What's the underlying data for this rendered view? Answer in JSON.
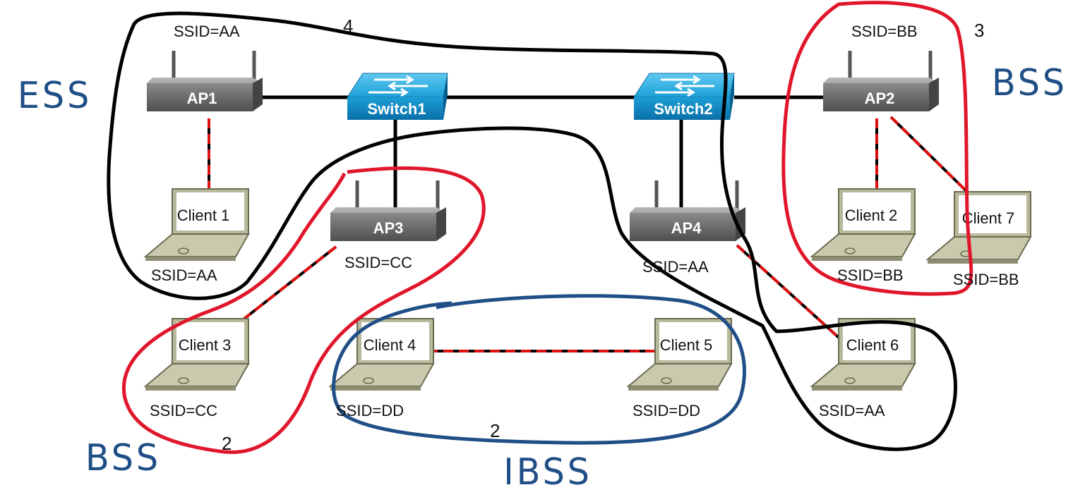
{
  "devices": {
    "ap1": {
      "label": "AP1",
      "ssid": "SSID=AA"
    },
    "ap2": {
      "label": "AP2",
      "ssid": "SSID=BB"
    },
    "ap3": {
      "label": "AP3",
      "ssid": "SSID=CC"
    },
    "ap4": {
      "label": "AP4",
      "ssid": "SSID=AA"
    },
    "switch1": {
      "label": "Switch1"
    },
    "switch2": {
      "label": "Switch2"
    }
  },
  "clients": {
    "c1": {
      "label": "Client 1",
      "ssid": "SSID=AA"
    },
    "c2": {
      "label": "Client 2",
      "ssid": "SSID=BB"
    },
    "c3": {
      "label": "Client 3",
      "ssid": "SSID=CC"
    },
    "c4": {
      "label": "Client 4",
      "ssid": "SSID=DD"
    },
    "c5": {
      "label": "Client 5",
      "ssid": "SSID=DD"
    },
    "c6": {
      "label": "Client 6",
      "ssid": "SSID=AA"
    },
    "c7": {
      "label": "Client 7",
      "ssid": "SSID=BB"
    }
  },
  "annotations": {
    "ess": "ESS",
    "bss_right": "BSS",
    "bss_left": "BSS",
    "ibss": "IBSS",
    "count_ess": "4",
    "count_bss_right": "3",
    "count_bss_left": "2",
    "count_ibss": "2"
  },
  "colors": {
    "wired": "#000000",
    "wireless": "#dd1111",
    "ess_outline": "#000000",
    "bss_outline": "#e0162b",
    "ibss_outline": "#1f4f86",
    "switch_blue": "#1aa0d8",
    "ap_gray": "#6d6d6d"
  }
}
